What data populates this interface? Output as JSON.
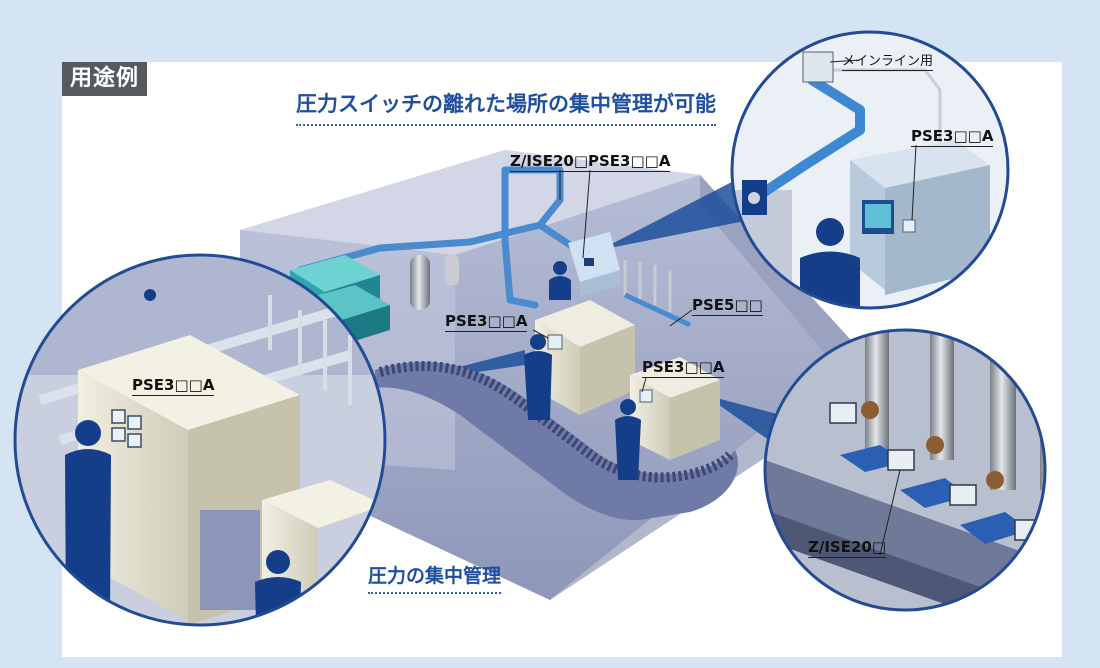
{
  "tag": "用途例",
  "headline_top": "圧力スイッチの離れた場所の集中管理が可能",
  "headline_bottom": "圧力の集中管理",
  "labels": {
    "main_line": "メインライン用",
    "pse3_topright": "PSE3□□A",
    "zise20_top": "Z/ISE20□",
    "pse3_top": "PSE3□□A",
    "pse5": "PSE5□□",
    "pse3_mid": "PSE3□□A",
    "pse3_right": "PSE3□□A",
    "pse3_left": "PSE3□□A",
    "zise20_bottom": "Z/ISE20□"
  },
  "colors": {
    "background": "#d5e4f3",
    "headline": "#1f4f9e",
    "tag": "#555a60",
    "pipe": "#3f83cc",
    "figure": "#123f8e",
    "machine": "#e8e6d6",
    "room_floor": "#a8b1cc"
  }
}
